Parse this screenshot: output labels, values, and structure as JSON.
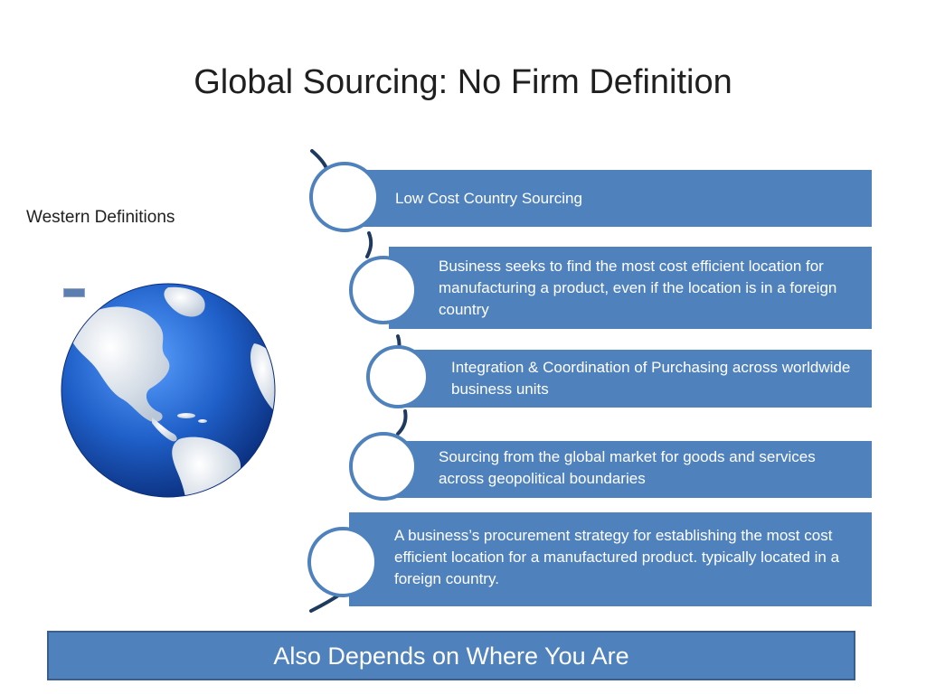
{
  "slide": {
    "title": "Global Sourcing: No  Firm Definition",
    "subtitle_label": "Western Definitions",
    "items": [
      {
        "text": "Low Cost Country Sourcing"
      },
      {
        "text": "Business seeks to find the most cost efficient location for manufacturing a product, even if the location is in a foreign country"
      },
      {
        "text": "Integration & Coordination of Purchasing across worldwide business units"
      },
      {
        "text": "Sourcing from the global market for goods and services across geopolitical boundaries"
      },
      {
        "text": "A business’s procurement strategy for establishing the most cost efficient location for a manufactured product. typically located in a foreign country."
      }
    ],
    "banner": "Also Depends on Where You Are"
  },
  "colors": {
    "accent": "#4f81bd",
    "spine": "#1f3a5f",
    "text": "#1f1f1f",
    "globe_ocean": "#1f5fc8",
    "globe_land": "#cfd8e3"
  },
  "icons": {
    "globe": "globe-icon"
  }
}
